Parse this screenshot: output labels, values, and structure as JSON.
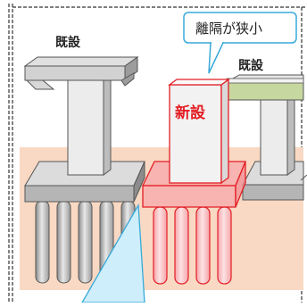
{
  "labels": {
    "existing_left": "既設",
    "existing_right": "既設",
    "new_structure": "新設",
    "callout": "離隔が狭小"
  },
  "colors": {
    "frame_dash": "#333333",
    "ground": "#f9d9c3",
    "pier_fill": "#ececec",
    "pier_stroke": "#555555",
    "new_stroke": "#e31e24",
    "new_fill": "#f6a7ab",
    "new_text": "#e31e24",
    "girder_green": "#c6d8a0",
    "callout_stroke": "#38a9d9",
    "light_blue": "#cdeefa"
  }
}
